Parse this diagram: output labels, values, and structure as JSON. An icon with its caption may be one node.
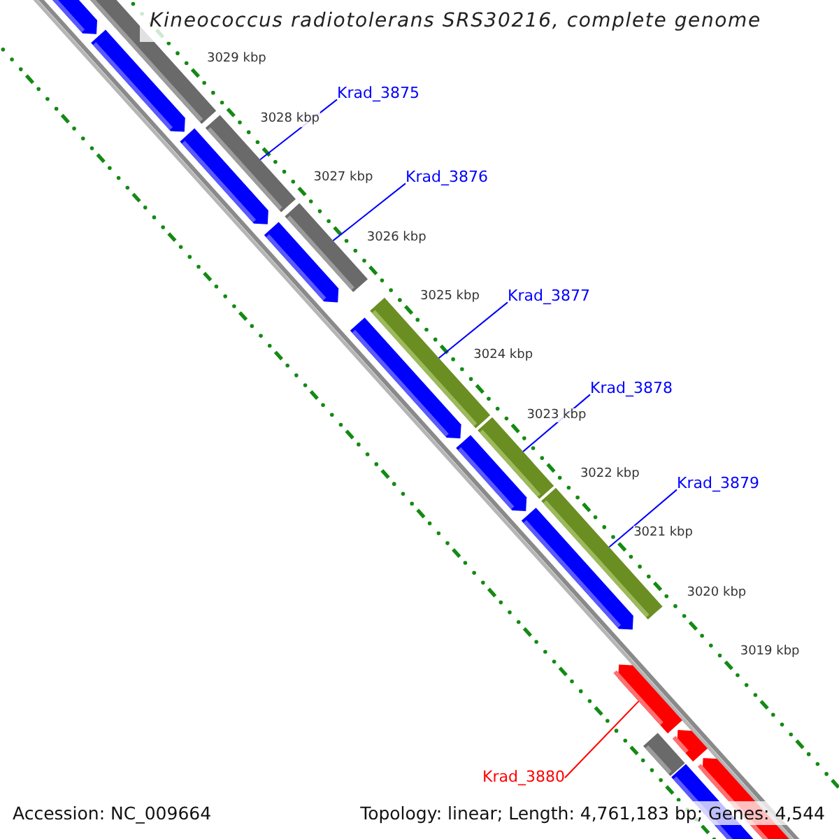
{
  "diagram": {
    "title": "Kineococcus radiotolerans SRS30216, complete genome",
    "nodes": [
      {
        "text": [
          "Krad_3875"
        ]
      },
      {
        "text": [],
        "shape": "bar"
      },
      {
        "text": [
          "Krad_3876"
        ]
      },
      {
        "text": [],
        "shape": "bar"
      },
      {
        "text": [
          "Krad_3877"
        ]
      },
      {
        "text": [],
        "shape": "bar"
      },
      {
        "text": [
          "Krad_3878"
        ]
      },
      {
        "text": [],
        "shape": "bar"
      },
      {
        "text": [
          "Krad_3879"
        ]
      },
      {
        "text": [],
        "shape": "bar"
      },
      {
        "text": [
          "Krad_3880"
        ]
      },
      {
        "text": [],
        "shape": "arrow"
      }
    ],
    "edges": [
      {
        "from": 0,
        "to": 1,
        "arrow": "none"
      },
      {
        "from": 2,
        "to": 3,
        "arrow": "none"
      },
      {
        "from": 4,
        "to": 5,
        "arrow": "none"
      },
      {
        "from": 6,
        "to": 7,
        "arrow": "none"
      },
      {
        "from": 8,
        "to": 9,
        "arrow": "none"
      },
      {
        "from": 10,
        "to": 11,
        "arrow": "none",
        "color": "#ff0000"
      }
    ],
    "labels": [
      "3029 kbp",
      "3028 kbp",
      "3027 kbp",
      "3026 kbp",
      "3025 kbp",
      "3024 kbp",
      "3023 kbp",
      "3022 kbp",
      "3021 kbp",
      "3020 kbp",
      "3019 kbp",
      "Accession: NC_009664",
      "Topology: linear; Length: 4,761,183 bp; Genes: 4,544"
    ]
  }
}
